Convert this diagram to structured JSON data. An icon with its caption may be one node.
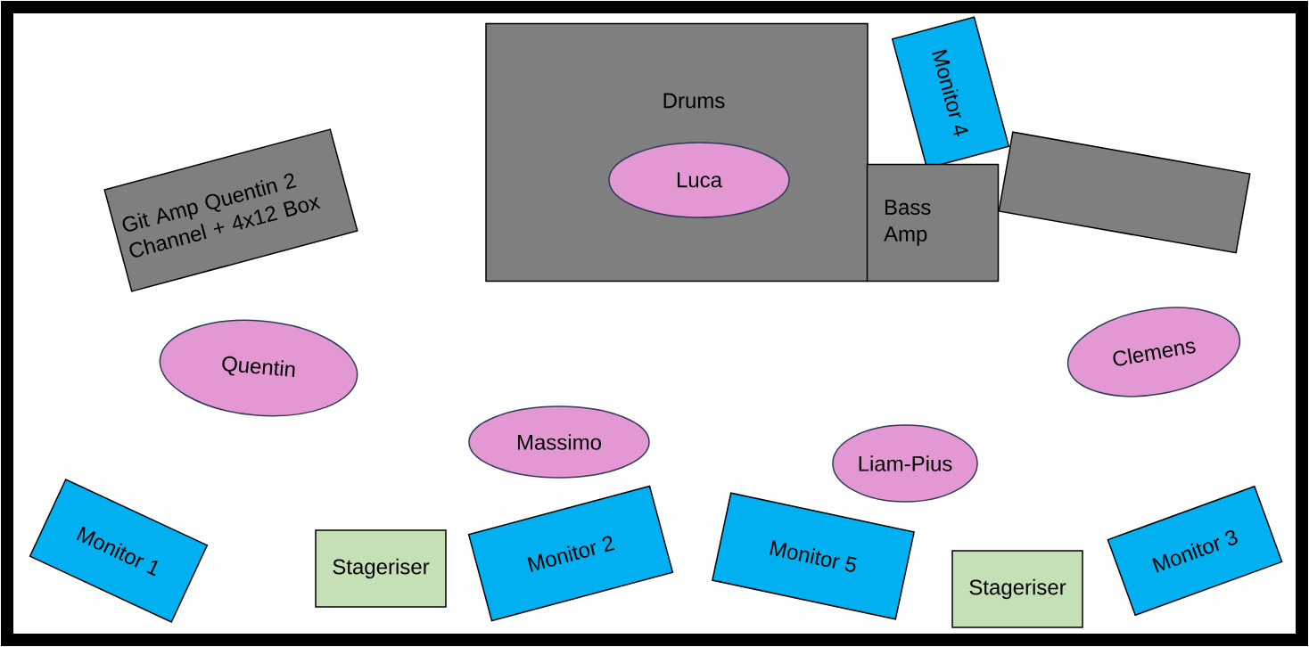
{
  "diagram": {
    "nodes": [
      {
        "text": [
          "Drums"
        ]
      },
      {
        "text": [
          "Luca"
        ],
        "in": 0
      },
      {
        "text": [
          "Monitor 4"
        ]
      },
      {
        "text": [],
        "shape": "box"
      },
      {
        "text": [
          "Bass Amp"
        ]
      },
      {
        "text": [
          "Git Amp Quentin 2 Channel + 4x12 Box"
        ]
      },
      {
        "text": [
          "Quentin"
        ]
      },
      {
        "text": [
          "Clemens"
        ]
      },
      {
        "text": [
          "Massimo"
        ]
      },
      {
        "text": [
          "Liam-Pius"
        ]
      },
      {
        "text": [
          "Monitor 1"
        ]
      },
      {
        "text": [
          "Stageriser"
        ]
      },
      {
        "text": [
          "Monitor 2"
        ]
      },
      {
        "text": [
          "Monitor 5"
        ]
      },
      {
        "text": [
          "Stageriser"
        ]
      },
      {
        "text": [
          "Monitor 3"
        ]
      }
    ]
  }
}
